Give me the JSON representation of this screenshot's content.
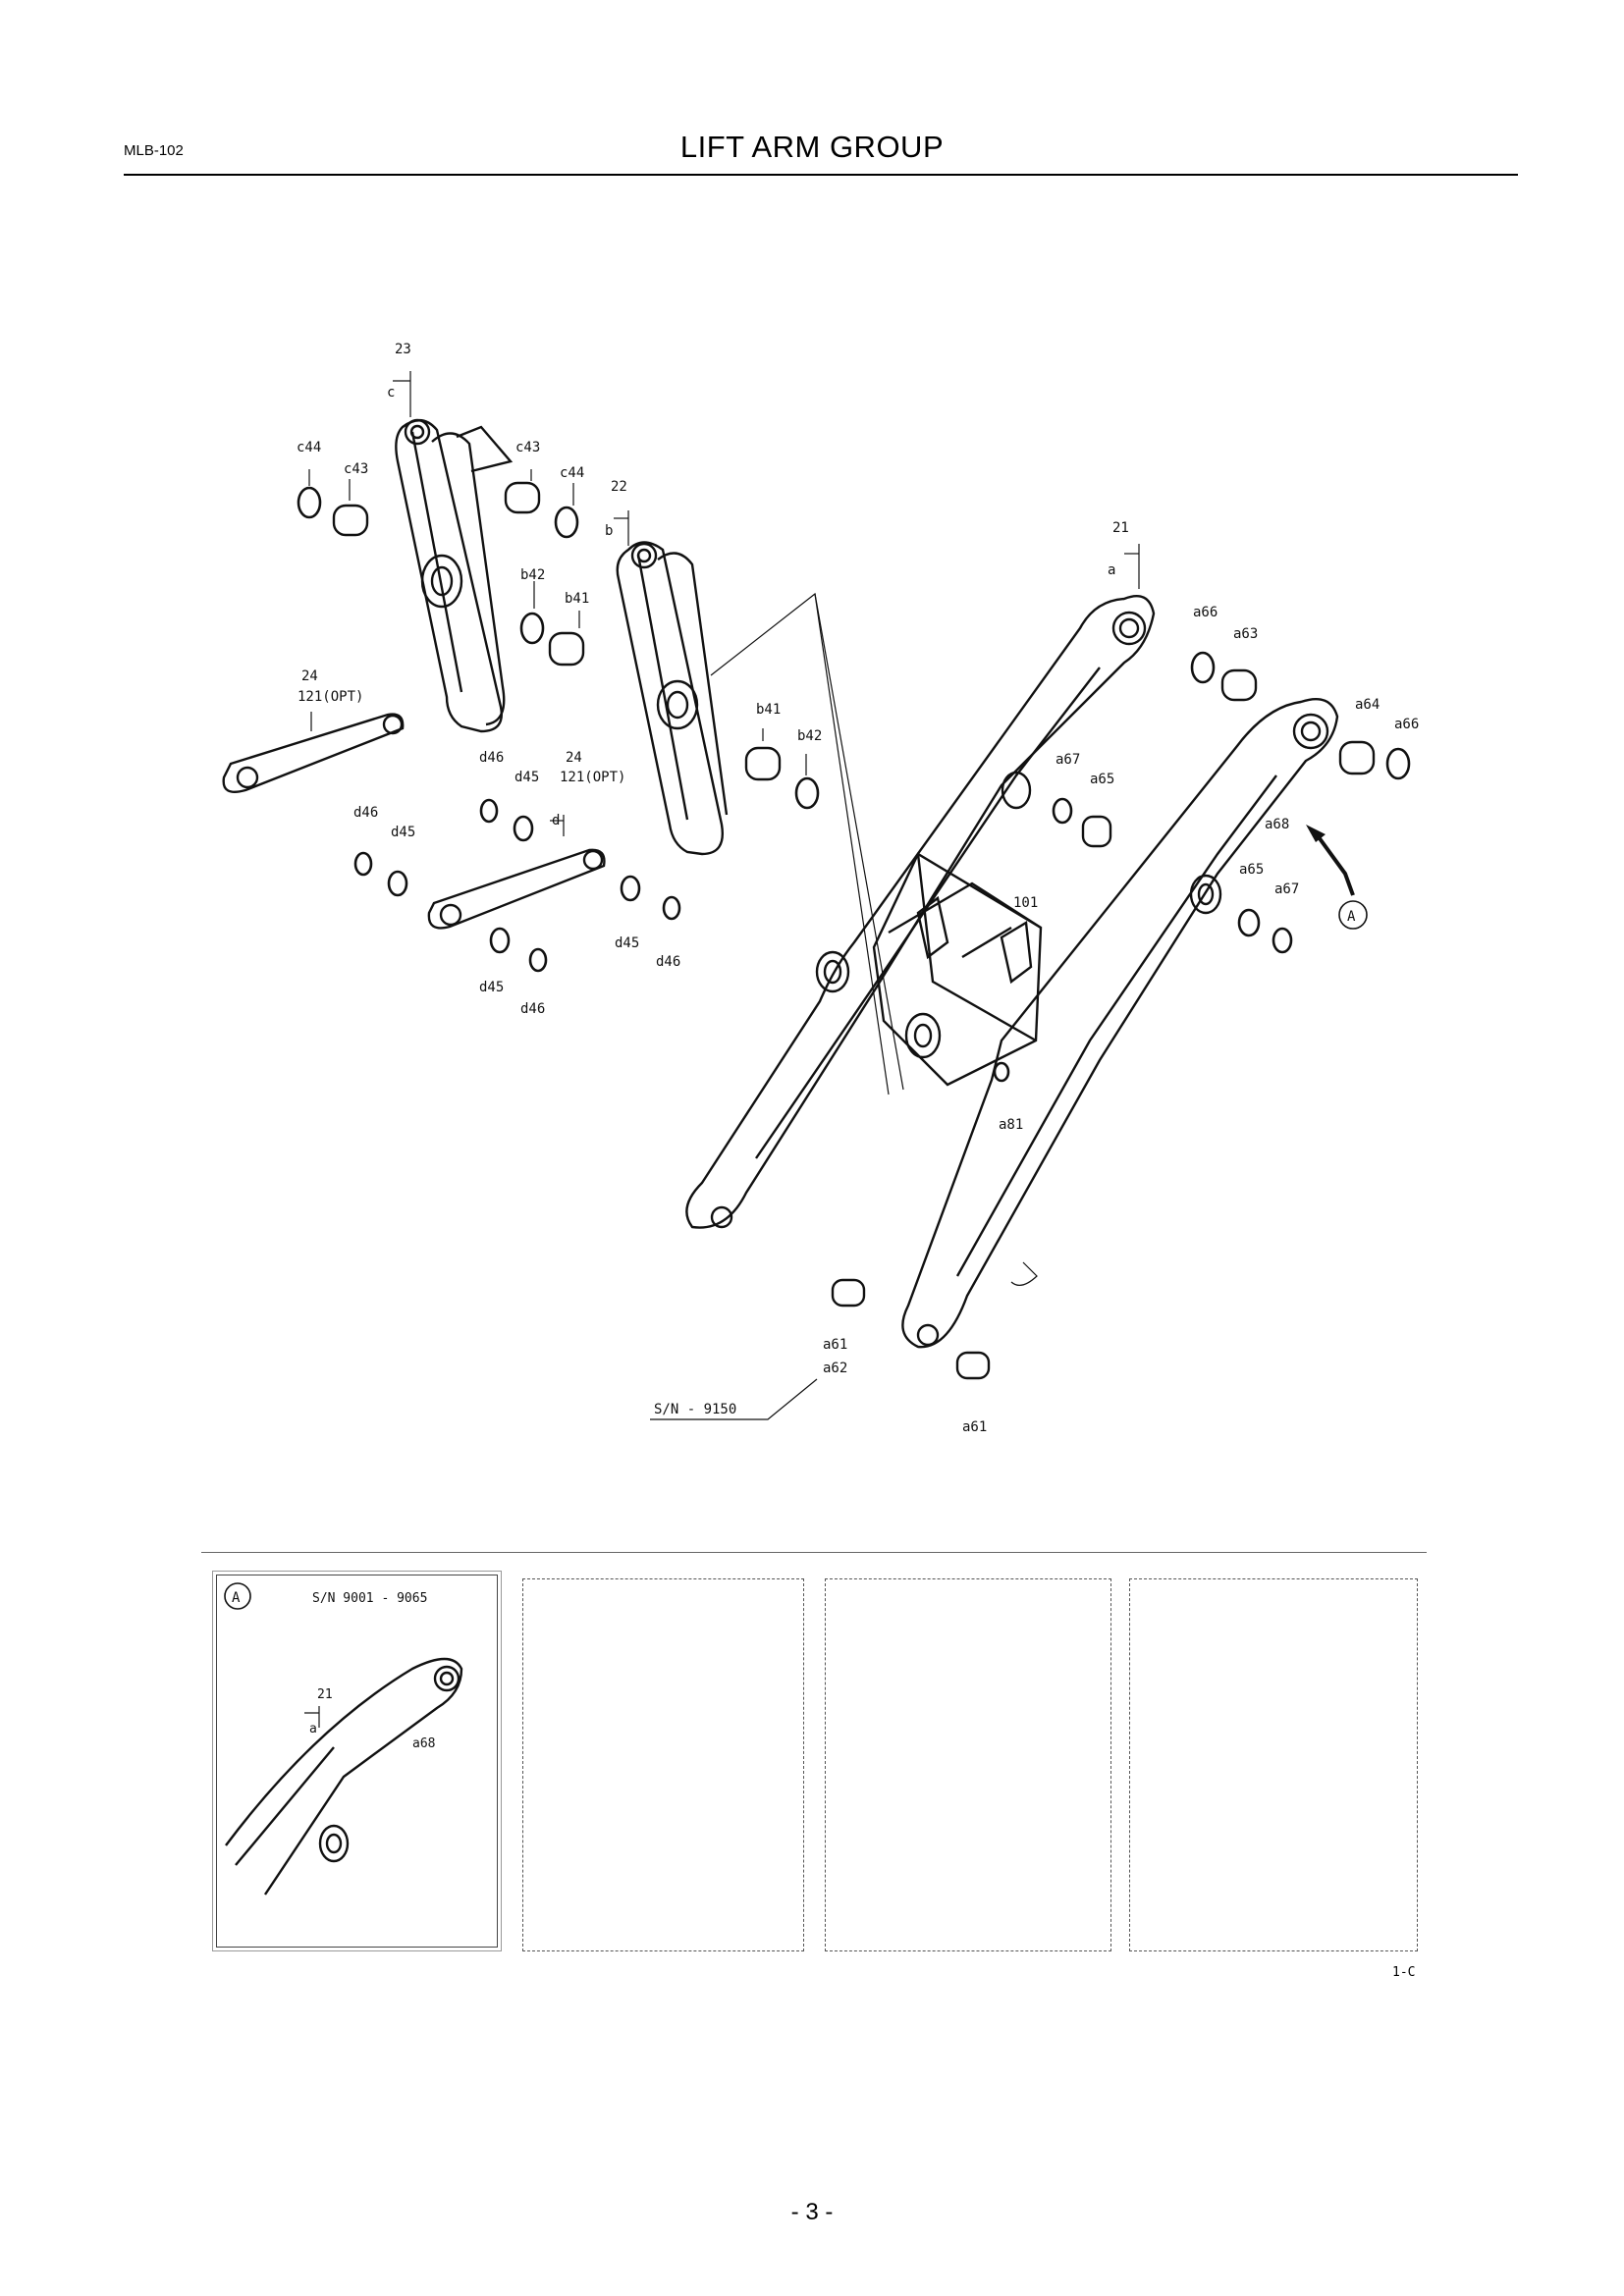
{
  "header": {
    "doc_code": "MLB-102",
    "title": "LIFT ARM GROUP"
  },
  "diagram_labels": {
    "l23": "23",
    "l23c": "c",
    "l22": "22",
    "l22b": "b",
    "l21": "21",
    "l21a": "a",
    "l24a": "24",
    "l121a": "121(OPT)",
    "l24b": "24",
    "l121b": "121(OPT)",
    "l24d": "d",
    "c44a": "c44",
    "c43a": "c43",
    "c43b": "c43",
    "c44b": "c44",
    "b42a": "b42",
    "b41a": "b41",
    "b41b": "b41",
    "b42b": "b42",
    "d46a": "d46",
    "d45a": "d45",
    "d46b": "d46",
    "d45b": "d45",
    "d45c": "d45",
    "d46c": "d46",
    "d45d": "d45",
    "d46d": "d46",
    "a66a": "a66",
    "a63": "a63",
    "a64": "a64",
    "a66b": "a66",
    "a67a": "a67",
    "a65a": "a65",
    "a68": "a68",
    "a65b": "a65",
    "a67b": "a67",
    "l101": "101",
    "a81": "a81",
    "a61a": "a61",
    "a62": "a62",
    "a61b": "a61",
    "sn": "S/N - 9150",
    "callout_a": "A"
  },
  "detail_a": {
    "circle_label": "A",
    "serial_range": "S/N 9001 - 9065",
    "part": "21",
    "sub": "a",
    "callout": "a68"
  },
  "sheet_code": "1-C",
  "page_number": "- 3 -"
}
